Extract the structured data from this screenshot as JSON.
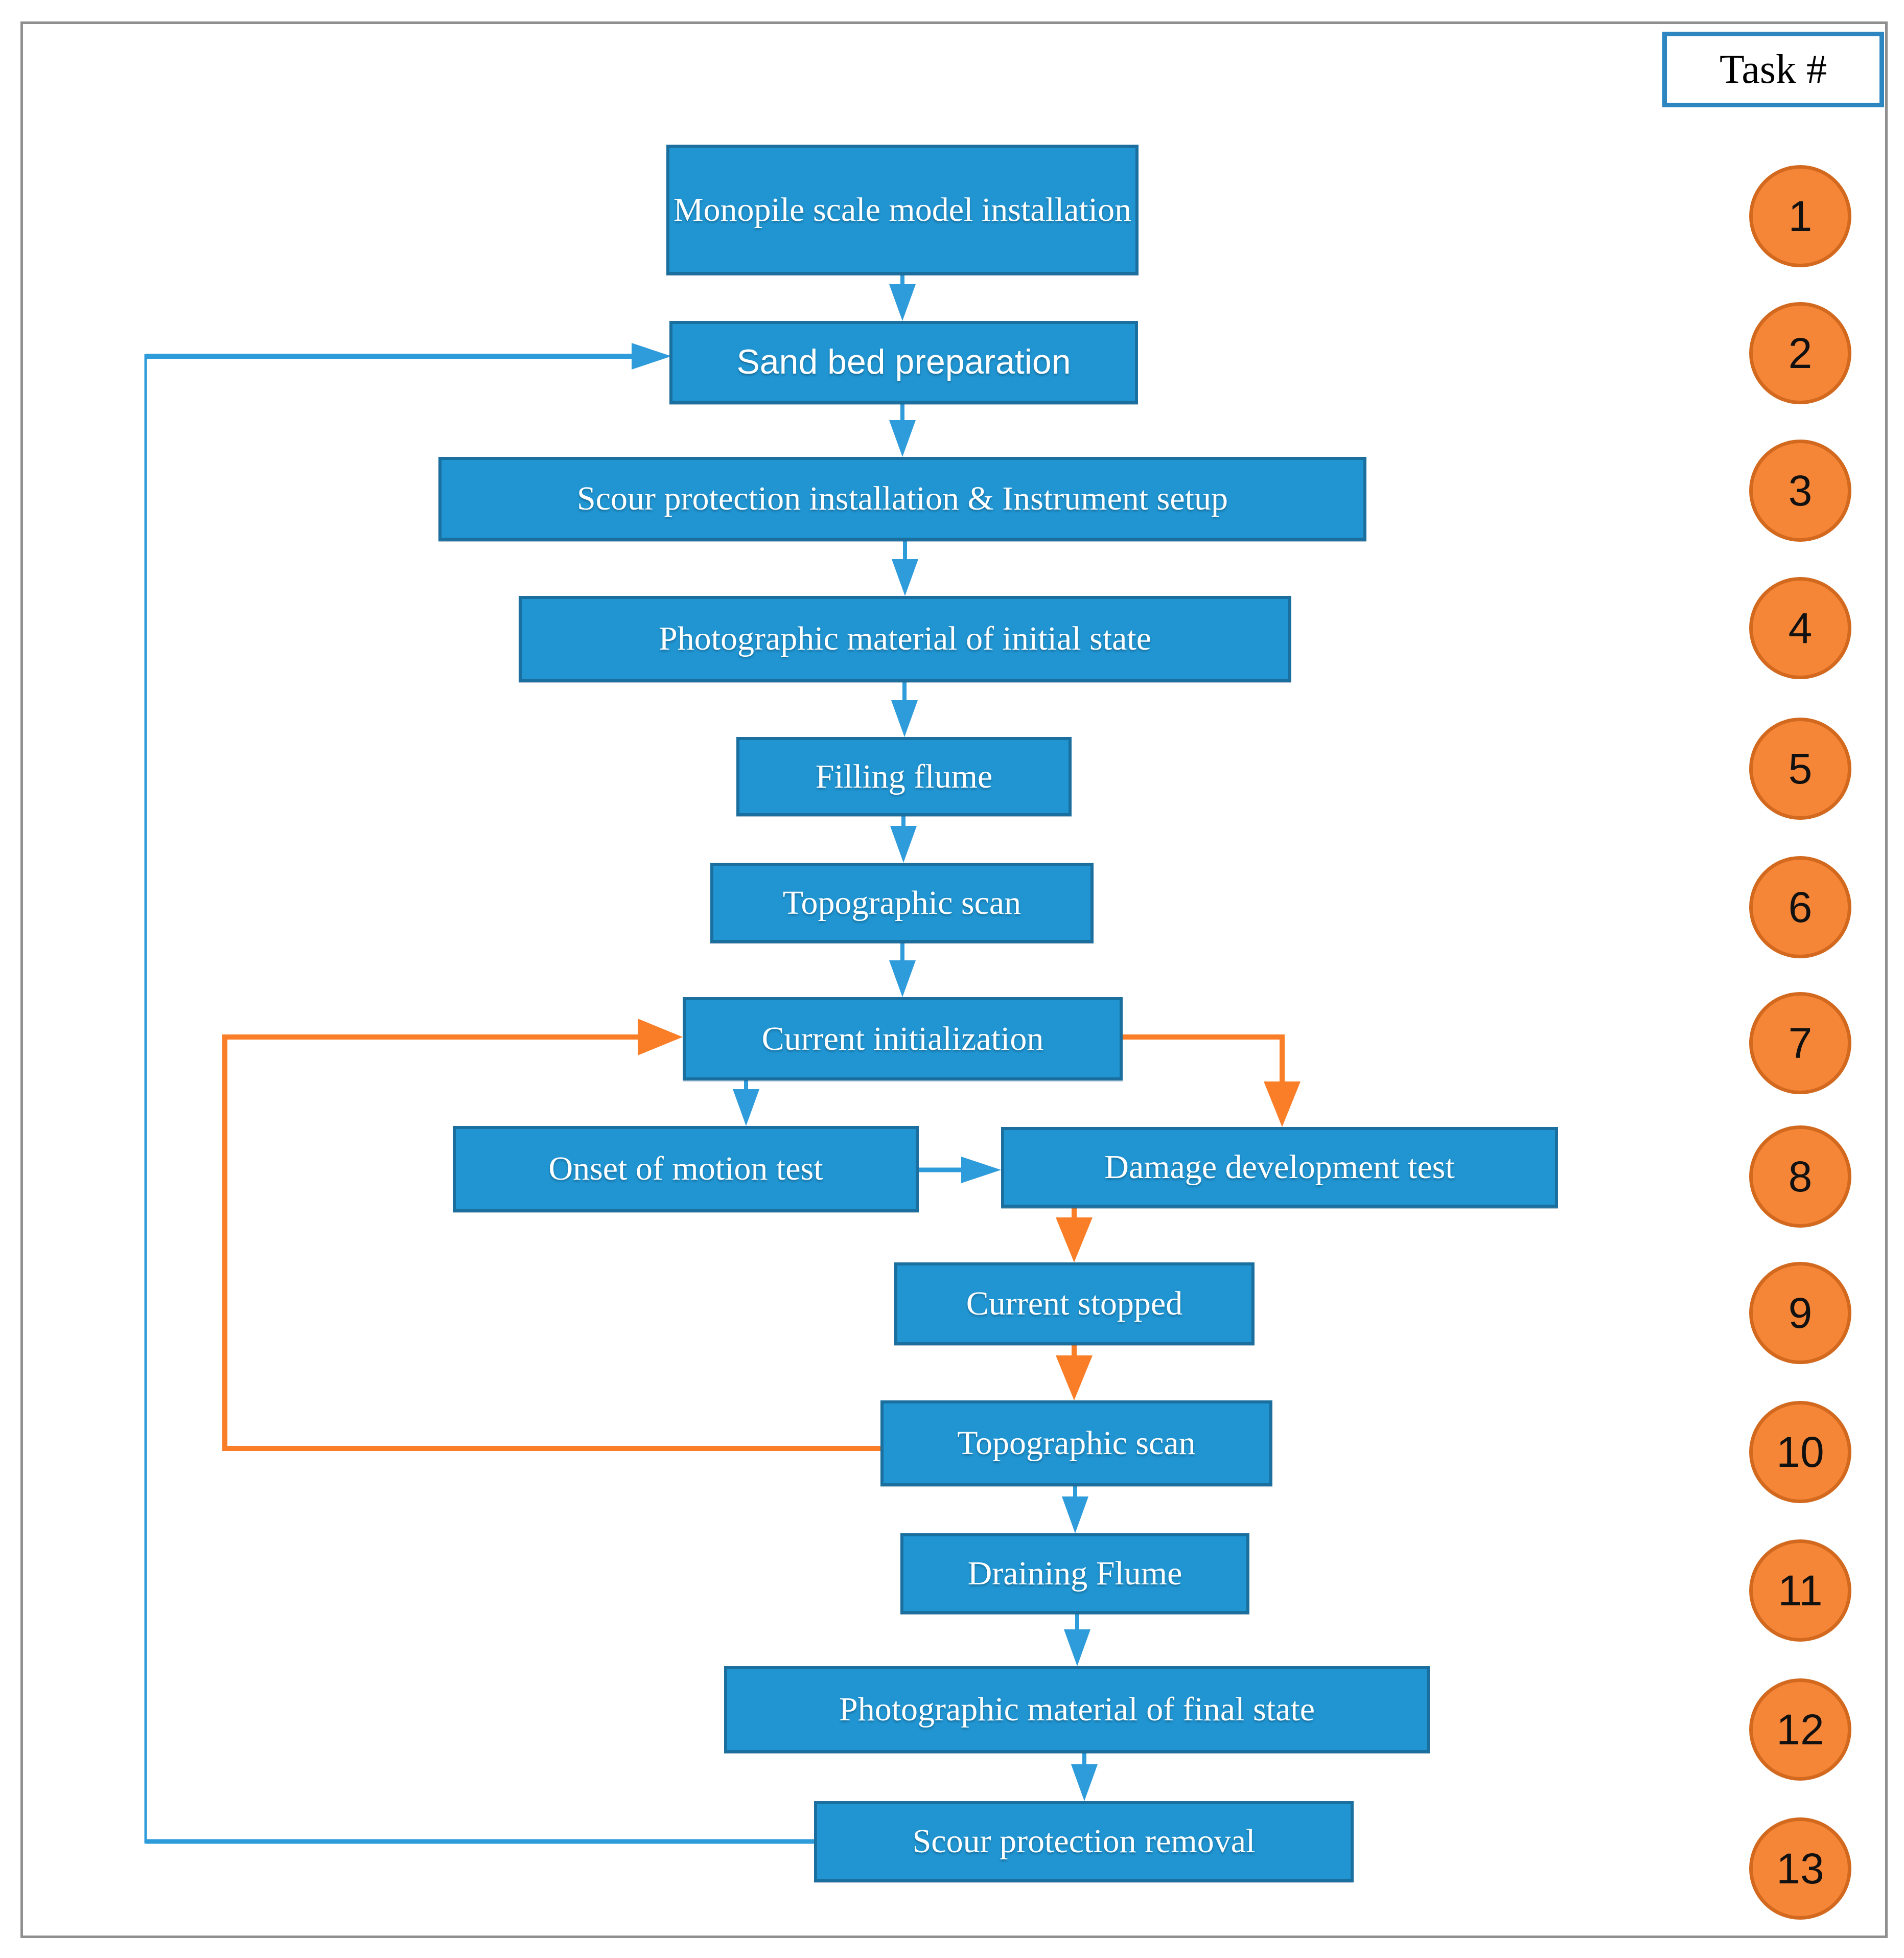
{
  "figure": {
    "legend": {
      "title": "Task #"
    },
    "nodes": [
      {
        "label": "Monopile scale model installation"
      },
      {
        "label": "Sand bed preparation"
      },
      {
        "label": "Scour protection installation & Instrument setup"
      },
      {
        "label": "Photographic material of initial state"
      },
      {
        "label": "Filling flume"
      },
      {
        "label": "Topographic scan"
      },
      {
        "label": "Current initialization"
      },
      {
        "label": "Onset of motion test"
      },
      {
        "label": "Damage development test"
      },
      {
        "label": "Current stopped"
      },
      {
        "label": "Topographic scan"
      },
      {
        "label": "Draining Flume"
      },
      {
        "label": "Photographic material of final state"
      },
      {
        "label": "Scour protection removal"
      }
    ],
    "task_numbers": [
      "1",
      "2",
      "3",
      "4",
      "5",
      "6",
      "7",
      "8",
      "9",
      "10",
      "11",
      "12",
      "13"
    ],
    "colors": {
      "blue_fill": "#2095D2",
      "blue_border": "#1A6F9F",
      "blue_arrow": "#2E9BDA",
      "orange_arrow": "#F97E27",
      "circle_fill": "#F68637",
      "circle_border": "#D2691E",
      "frame_gray": "#8F8F8F",
      "task_border": "#2E86C1",
      "ink": "#111111"
    }
  }
}
